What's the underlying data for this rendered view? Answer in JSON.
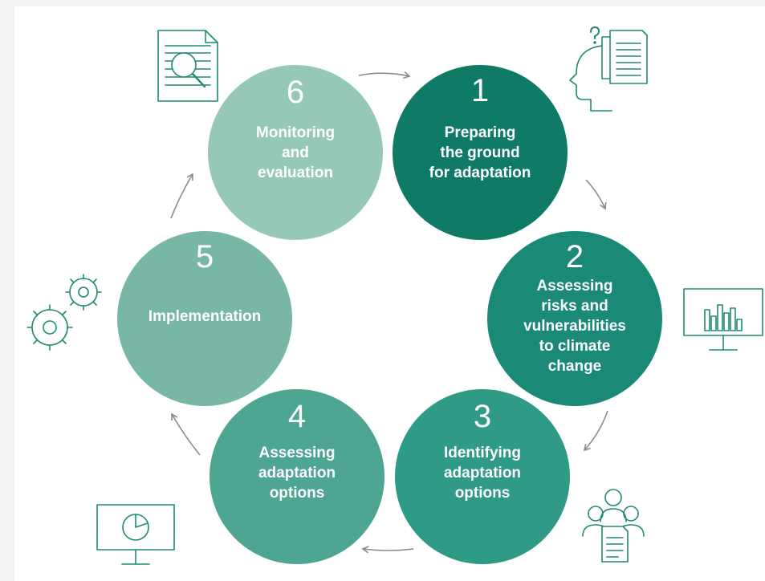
{
  "steps": [
    {
      "number": "1",
      "label": "Preparing\nthe ground\nfor adaptation",
      "color": "#0f7a66"
    },
    {
      "number": "2",
      "label": "Assessing\nrisks and\nvulnerabilities\nto climate\nchange",
      "color": "#1a8a77"
    },
    {
      "number": "3",
      "label": "Identifying\nadaptation\noptions",
      "color": "#2f9a86"
    },
    {
      "number": "4",
      "label": "Assessing\nadaptation\noptions",
      "color": "#4ea592"
    },
    {
      "number": "5",
      "label": "Implementation",
      "color": "#78b7a6"
    },
    {
      "number": "6",
      "label": "Monitoring\nand\nevaluation",
      "color": "#96c8b8"
    }
  ],
  "icons": [
    "document-search-icon",
    "head-question-document-icon",
    "monitor-bar-chart-icon",
    "people-group-document-icon",
    "monitor-pie-chart-icon",
    "gears-icon"
  ],
  "colors": {
    "arrow": "#8a8a8a",
    "icon_stroke": "#1f8a75"
  }
}
